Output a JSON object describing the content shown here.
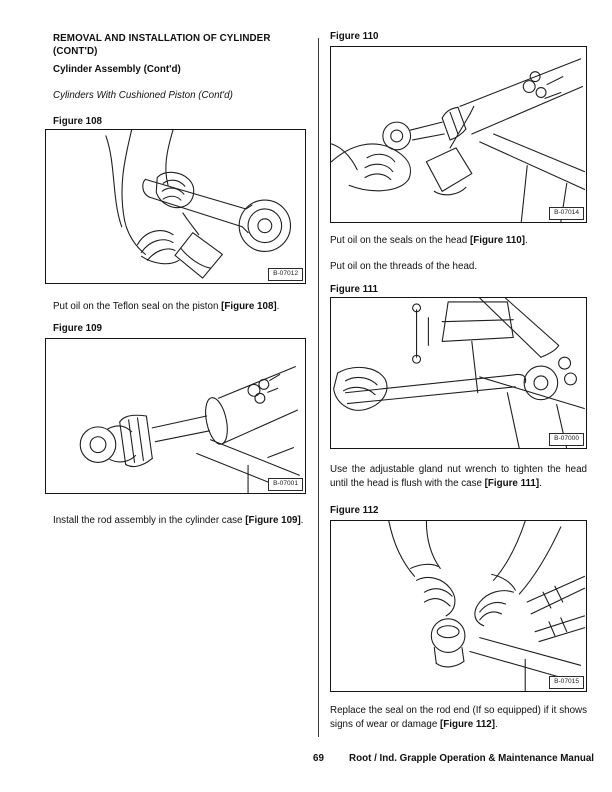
{
  "header": {
    "section_title_line1": "REMOVAL AND INSTALLATION OF CYLINDER",
    "section_title_line2": "(CONT'D)",
    "subsection_title": "Cylinder Assembly (Cont'd)",
    "variant_title": "Cylinders With Cushioned Piston (Cont'd)"
  },
  "figures": {
    "fig108": {
      "label": "Figure 108",
      "photo_code": "B-07012",
      "illustration": "hands-oiling-piston-with-oil-can"
    },
    "fig109": {
      "label": "Figure 109",
      "photo_code": "B-07001",
      "illustration": "rod-assembly-entering-cylinder-case"
    },
    "fig110": {
      "label": "Figure 110",
      "photo_code": "B-07014",
      "illustration": "oil-can-applying-oil-to-head-seals"
    },
    "fig111": {
      "label": "Figure 111",
      "photo_code": "B-07000",
      "illustration": "gland-nut-wrench-tightening-head"
    },
    "fig112": {
      "label": "Figure 112",
      "photo_code": "B-07015",
      "illustration": "hands-replacing-rod-end-seal"
    }
  },
  "paragraphs": {
    "oil_teflon_seal": {
      "text": "Put oil on the Teflon seal on the piston ",
      "ref": "[Figure 108]",
      "end": "."
    },
    "install_rod": {
      "text": "Install the rod assembly in the cylinder case ",
      "ref": "[Figure 109]",
      "end": "."
    },
    "oil_head_seals": {
      "text": "Put oil on the seals on the head ",
      "ref": "[Figure 110]",
      "end": "."
    },
    "oil_head_threads": {
      "text": "Put oil on the threads of the head."
    },
    "tighten_head": {
      "text": "Use the adjustable gland nut wrench to tighten the head until the head is flush with the case ",
      "ref": "[Figure 111]",
      "end": "."
    },
    "replace_seal": {
      "text": "Replace the seal on the rod end (If so equipped) if it shows signs of wear or damage ",
      "ref": "[Figure 112]",
      "end": "."
    }
  },
  "footer": {
    "page_number": "69",
    "manual_title": "Root / Ind. Grapple Operation & Maintenance Manual"
  }
}
